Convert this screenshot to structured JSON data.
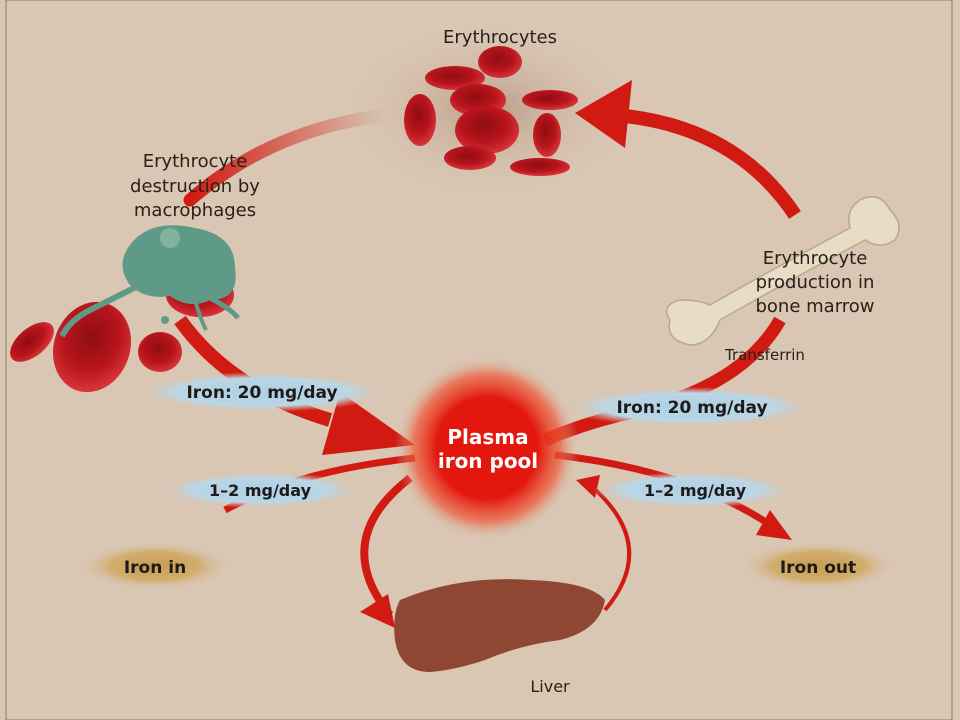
{
  "labels": {
    "erythrocytes": "Erythrocytes",
    "destruction_line1": "Erythrocyte",
    "destruction_line2": "destruction by",
    "destruction_line3": "macrophages",
    "production_line1": "Erythrocyte",
    "production_line2": "production in",
    "production_line3": "bone marrow",
    "transferrin": "Transferrin",
    "iron_left": "Iron: 20 mg/day",
    "iron_right": "Iron: 20 mg/day",
    "plasma_line1": "Plasma",
    "plasma_line2": "iron pool",
    "intake": "1–2 mg/day",
    "loss": "1–2 mg/day",
    "iron_in": "Iron in",
    "iron_out": "Iron out",
    "liver": "Liver"
  },
  "colors": {
    "background": "#d9c6b3",
    "arrow": "#d11a12",
    "pill_blue": "#b8d4e6",
    "pill_gold": "#c9a564",
    "plasma": "#e3170d",
    "rbc": "#b3141c",
    "liver": "#8f4632",
    "bone": "#e7dcc4",
    "macrophage": "#5e9a86"
  },
  "icons": {
    "erythrocytes": "red-blood-cells-icon",
    "macrophage": "macrophage-icon",
    "bone": "bone-icon",
    "liver": "liver-icon"
  }
}
